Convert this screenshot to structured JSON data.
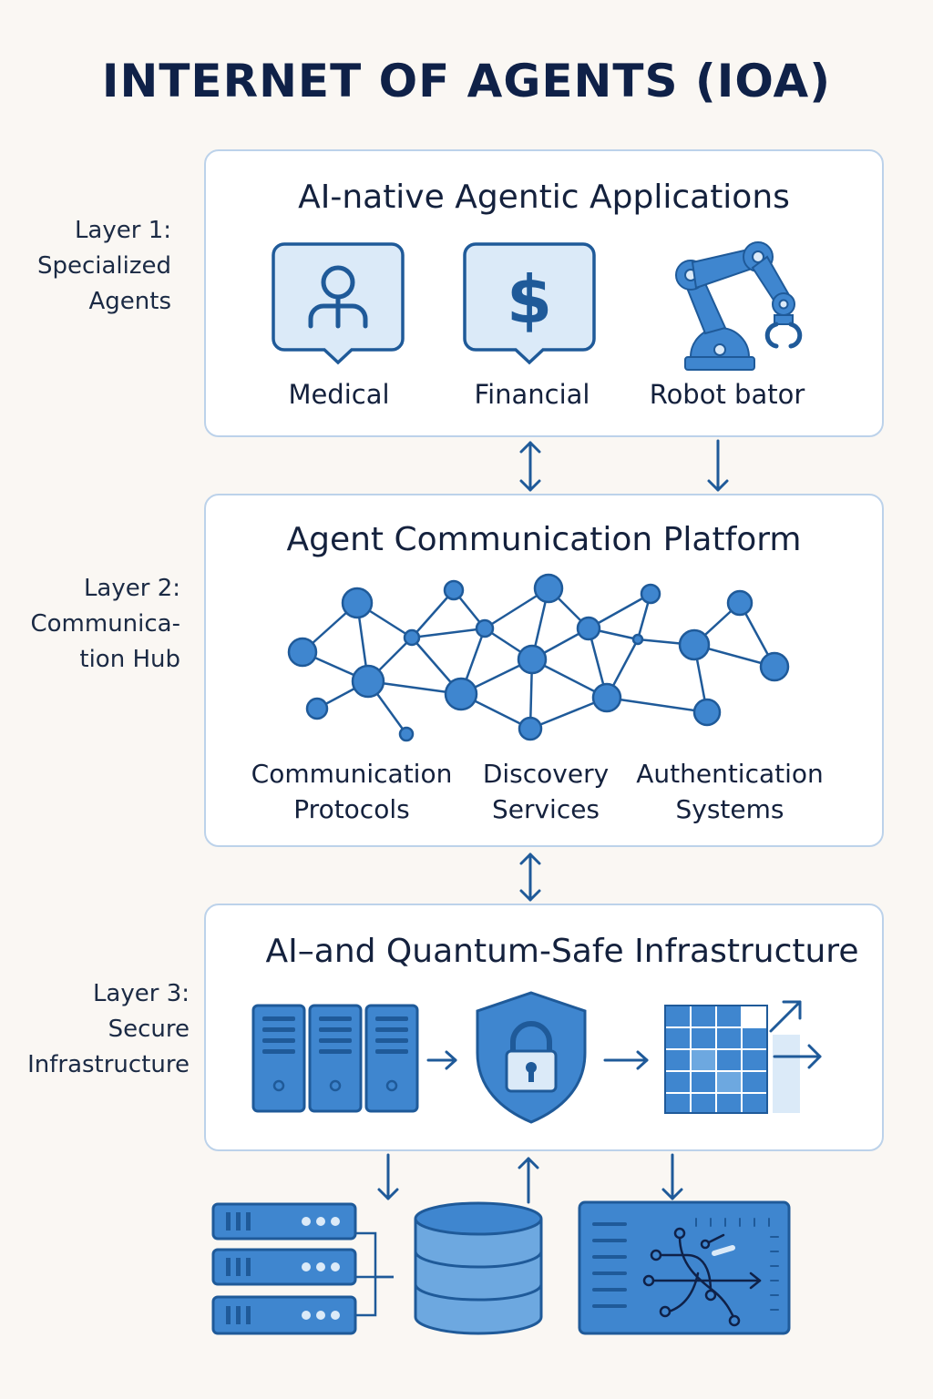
{
  "title": "INTERNET OF AGENTS (IOA)",
  "layers": [
    {
      "label_lines": [
        "Layer 1:",
        "Specialized",
        "Agents"
      ],
      "panel_title": "AI-native Agentic Applications",
      "items": [
        {
          "label": "Medical",
          "icon": "person-chat-icon"
        },
        {
          "label": "Financial",
          "icon": "dollar-chat-icon"
        },
        {
          "label": "Robot bator",
          "icon": "robot-arm-icon"
        }
      ]
    },
    {
      "label_lines": [
        "Layer 2:",
        "Communica-",
        "tion Hub"
      ],
      "panel_title": "Agent Communication Platform",
      "items": [
        {
          "lines": [
            "Communication",
            "Protocols"
          ]
        },
        {
          "lines": [
            "Discovery",
            "Services"
          ]
        },
        {
          "lines": [
            "Authentication",
            "Systems"
          ]
        }
      ]
    },
    {
      "label_lines": [
        "Layer 3:",
        "Secure",
        "Infrastructure"
      ],
      "panel_title": "AI–and Quantum-Safe Infrastructure",
      "icons": [
        "server-rack-icon",
        "shield-lock-icon",
        "grid-growth-icon"
      ]
    }
  ],
  "bottom_icons": [
    "server-stack-icon",
    "database-icon",
    "circuit-board-icon"
  ],
  "colors": {
    "accent": "#3f86cf",
    "accent_dark": "#1f5a99",
    "accent_light": "#dbeaf8",
    "panel_border": "#bcd2ea",
    "background": "#faf7f3",
    "text": "#14213d"
  }
}
